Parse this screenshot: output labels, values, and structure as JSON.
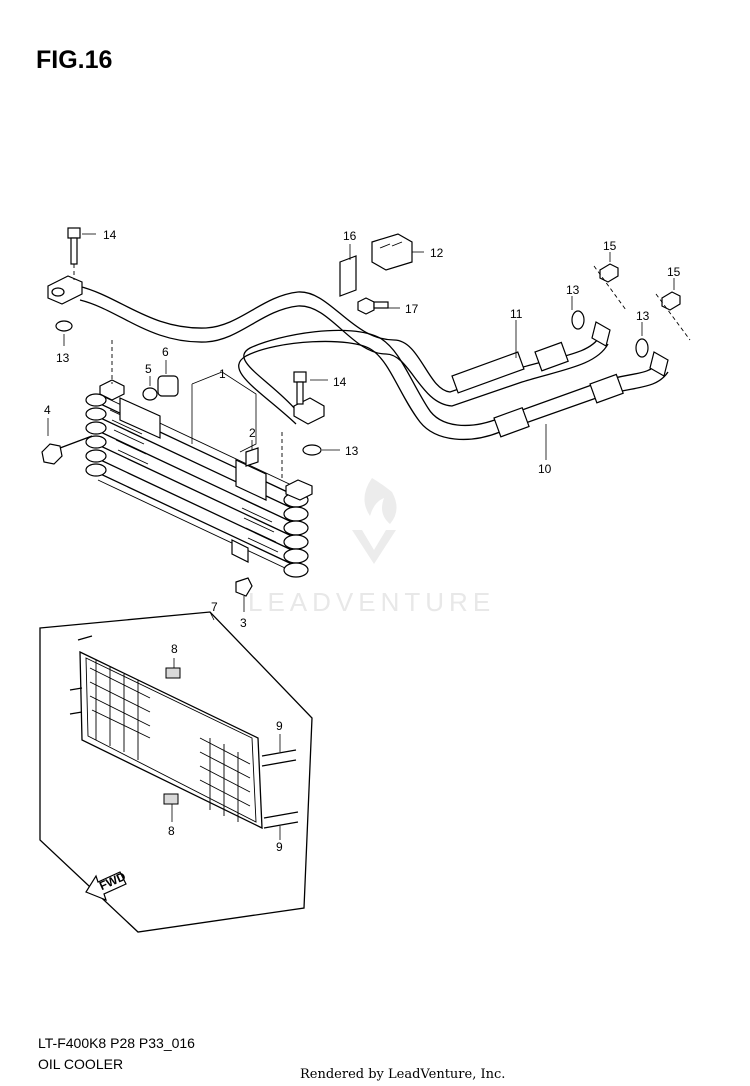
{
  "figure": {
    "title": "FIG.16"
  },
  "footer": {
    "code": "LT-F400K8 P28 P33_016",
    "caption": "OIL COOLER",
    "rendered_by": "Rendered by LeadVenture, Inc."
  },
  "watermark": {
    "text": "LEADVENTURE"
  },
  "direction_marker": {
    "label": "FWD"
  },
  "callouts": {
    "c1": "1",
    "c2": "2",
    "c3": "3",
    "c4": "4",
    "c5": "5",
    "c6": "6",
    "c7": "7",
    "c8a": "8",
    "c8b": "8",
    "c9a": "9",
    "c9b": "9",
    "c10": "10",
    "c11": "11",
    "c12": "12",
    "c13a": "13",
    "c13b": "13",
    "c13c": "13",
    "c13d": "13",
    "c14a": "14",
    "c14b": "14",
    "c15a": "15",
    "c15b": "15",
    "c16": "16",
    "c17": "17"
  }
}
